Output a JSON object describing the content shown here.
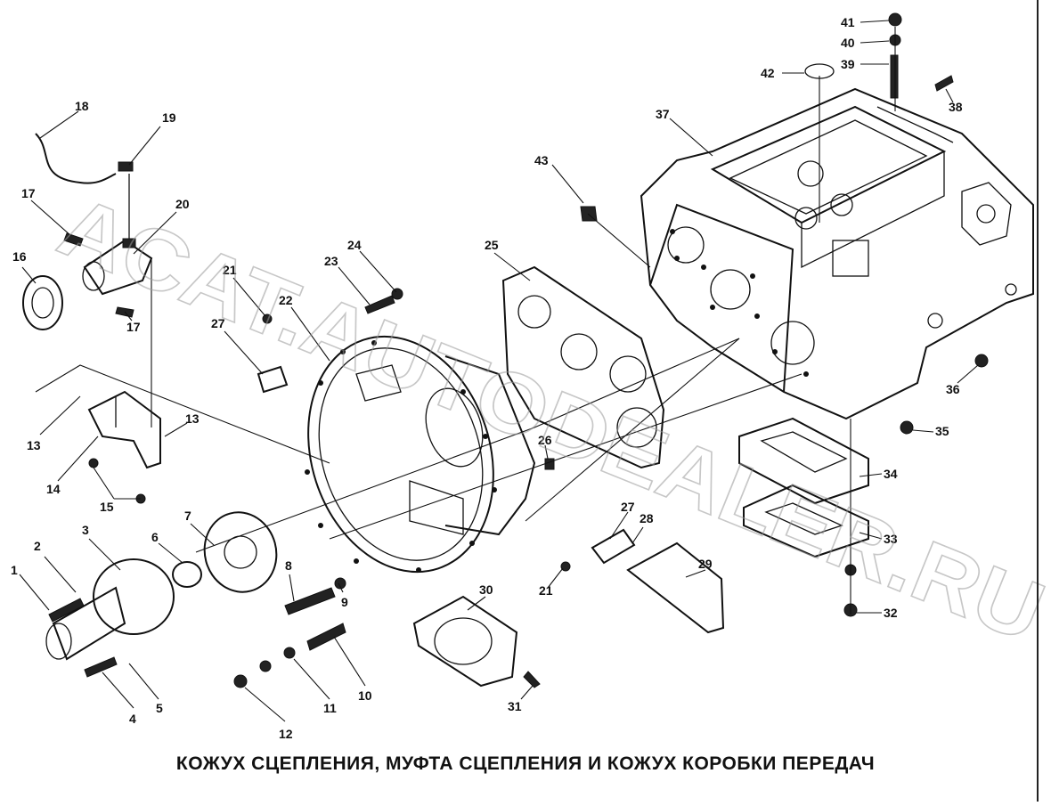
{
  "caption": "КОЖУХ СЦЕПЛЕНИЯ, МУФТА СЦЕПЛЕНИЯ И КОЖУХ КОРОБКИ ПЕРЕДАЧ",
  "watermark": "ACAT.AUTODEALER.RU",
  "callouts": [
    "1",
    "2",
    "3",
    "4",
    "5",
    "6",
    "7",
    "8",
    "9",
    "10",
    "11",
    "12",
    "13",
    "13",
    "14",
    "15",
    "16",
    "17",
    "17",
    "18",
    "19",
    "20",
    "21",
    "21",
    "22",
    "23",
    "24",
    "25",
    "26",
    "27",
    "27",
    "28",
    "29",
    "30",
    "31",
    "32",
    "33",
    "34",
    "35",
    "36",
    "37",
    "38",
    "39",
    "40",
    "41",
    "42",
    "43"
  ]
}
